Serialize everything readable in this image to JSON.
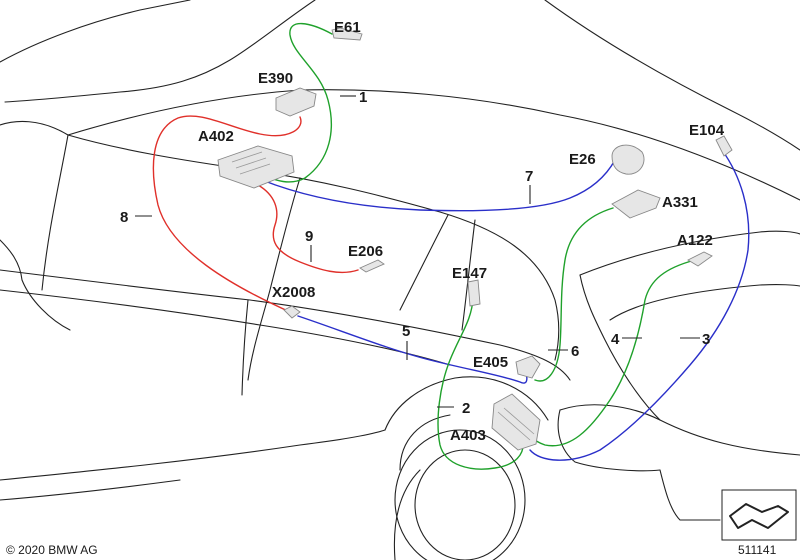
{
  "components": [
    {
      "id": "E61"
    },
    {
      "id": "E390"
    },
    {
      "id": "A402"
    },
    {
      "id": "E26"
    },
    {
      "id": "E104"
    },
    {
      "id": "A331"
    },
    {
      "id": "A122"
    },
    {
      "id": "E206"
    },
    {
      "id": "E147"
    },
    {
      "id": "X2008"
    },
    {
      "id": "E405"
    },
    {
      "id": "A403"
    }
  ],
  "cables": [
    {
      "num": "1",
      "color": "#1fa12b"
    },
    {
      "num": "2",
      "color": "#1fa12b"
    },
    {
      "num": "3",
      "color": "#2a2fc9"
    },
    {
      "num": "4",
      "color": "#1fa12b"
    },
    {
      "num": "5",
      "color": "#2a2fc9"
    },
    {
      "num": "6",
      "color": "#1fa12b"
    },
    {
      "num": "7",
      "color": "#2a2fc9"
    },
    {
      "num": "8",
      "color": "#e0302a"
    },
    {
      "num": "9",
      "color": "#e0302a"
    }
  ],
  "copyright": "© 2020 BMW AG",
  "diagram_number": "511141"
}
